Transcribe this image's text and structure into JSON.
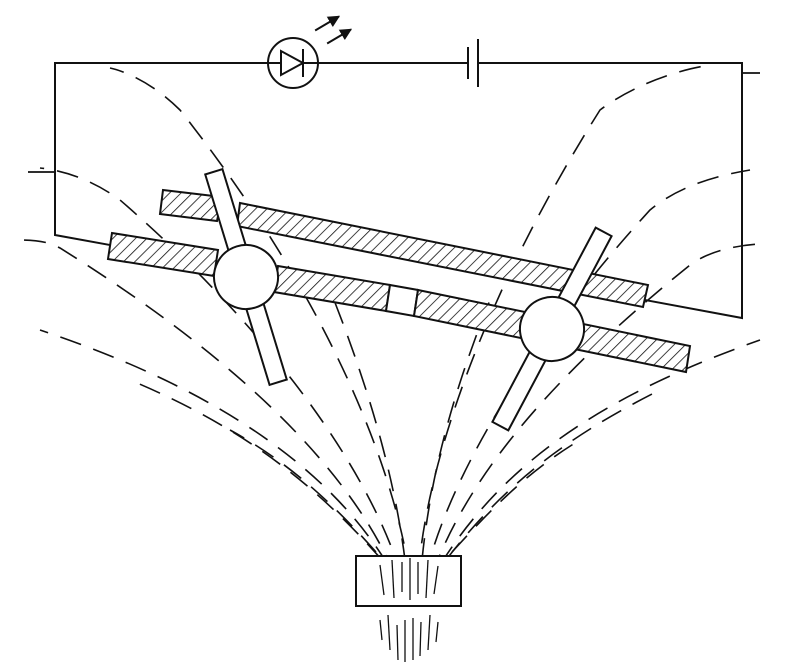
{
  "diagram": {
    "components": [
      {
        "name": "light-emitting-diode",
        "symbol": "led-icon"
      },
      {
        "name": "battery",
        "symbol": "battery-icon"
      },
      {
        "name": "conductive-rail-upper",
        "symbol": "hatched-bar"
      },
      {
        "name": "conductive-rail-lower",
        "symbol": "hatched-bar"
      },
      {
        "name": "insulating-gap",
        "symbol": "white-block"
      },
      {
        "name": "rolling-axle-left",
        "symbol": "wheel-with-spokes"
      },
      {
        "name": "rolling-axle-right",
        "symbol": "wheel-with-spokes"
      },
      {
        "name": "magnet",
        "symbol": "rectangle-with-field-lines"
      }
    ],
    "field_lines": "dashed",
    "colors": {
      "ink": "#111111",
      "background": "#ffffff"
    }
  }
}
